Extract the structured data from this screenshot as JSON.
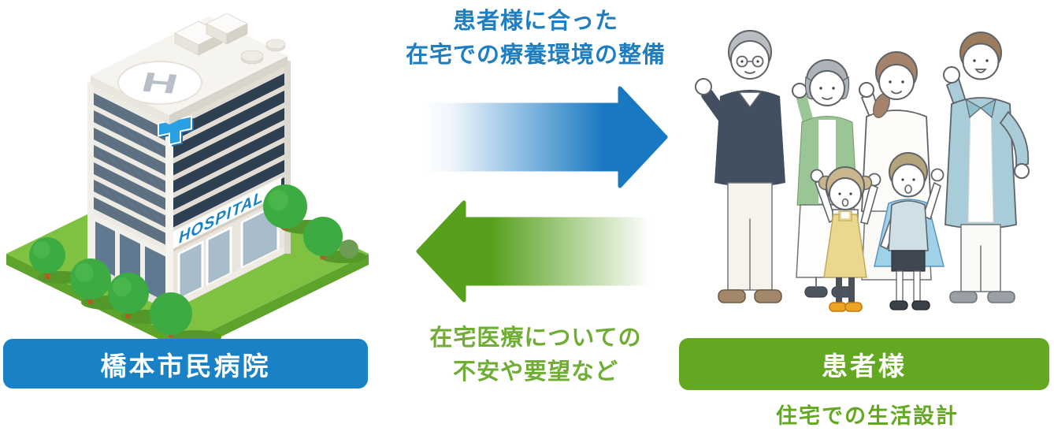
{
  "captions": {
    "to_patient": {
      "line1": "患者様に合った",
      "line2": "在宅での療養環境の整備"
    },
    "to_hospital": {
      "line1": "在宅医療についての",
      "line2": "不安や要望など"
    }
  },
  "hospital": {
    "label": "橋本市民病院",
    "sign": "HOSPITAL",
    "helipad_letter": "H"
  },
  "patient": {
    "label": "患者様",
    "sub": "住宅での生活設計"
  },
  "icons": {
    "medical_cross": "blue plus shape on building corner",
    "helipad": "white circle with H on roof"
  },
  "colors": {
    "label_blue": "#1981c5",
    "arrow_blue": "#1878c2",
    "text_blue": "#1e7ec0",
    "label_green": "#63a821",
    "arrow_green": "#57a01c",
    "text_green": "#6fad35",
    "lawn_green": "#7fc241",
    "tree_green": "#3cab42"
  }
}
